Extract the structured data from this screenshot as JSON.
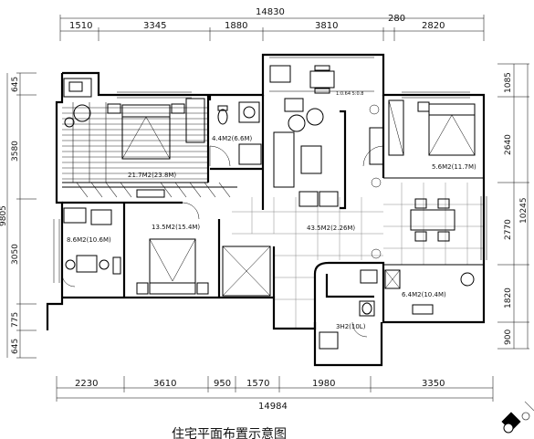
{
  "overall": {
    "top": "14830",
    "bottom": "14984",
    "left": "9805",
    "right": "10245"
  },
  "dims_top": [
    "1510",
    "3345",
    "1880",
    "3810",
    "280",
    "2820"
  ],
  "dims_bottom": [
    "2230",
    "3610",
    "950",
    "1570",
    "1980",
    "3350"
  ],
  "dims_left": [
    "645",
    "3580",
    "3050",
    "775",
    "645"
  ],
  "dims_right": [
    "1085",
    "2640",
    "2770",
    "1820",
    "900"
  ],
  "rooms": {
    "master": "21.7M2(23.8M)",
    "bath1": "4.4M2(6.6M)",
    "bedroom2": "5.6M2(11.7M)",
    "study": "8.6M2(10.6M)",
    "bedroom3": "13.5M2(15.4M)",
    "living": "43.5M2(2.26M)",
    "kitchen": "6.4M2(10.4M)",
    "bath2": "3H2(10L)",
    "balcony": "1:0.64 5:0.8"
  },
  "title": "住宅平面布置示意图"
}
